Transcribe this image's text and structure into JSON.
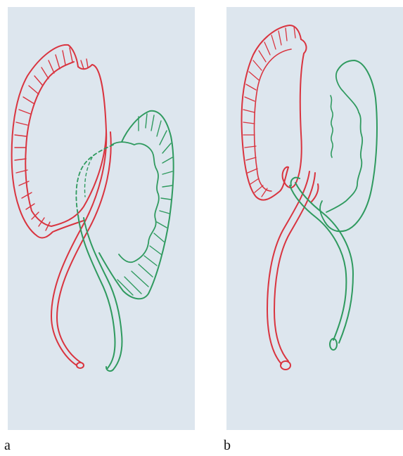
{
  "panels": [
    {
      "id": "a",
      "label": "a"
    },
    {
      "id": "b",
      "label": "b"
    }
  ],
  "colors": {
    "background": "#ffffff",
    "panel_background": "#dde6ee",
    "red_loop": "#d9343f",
    "green_loop": "#2f9a5f"
  }
}
